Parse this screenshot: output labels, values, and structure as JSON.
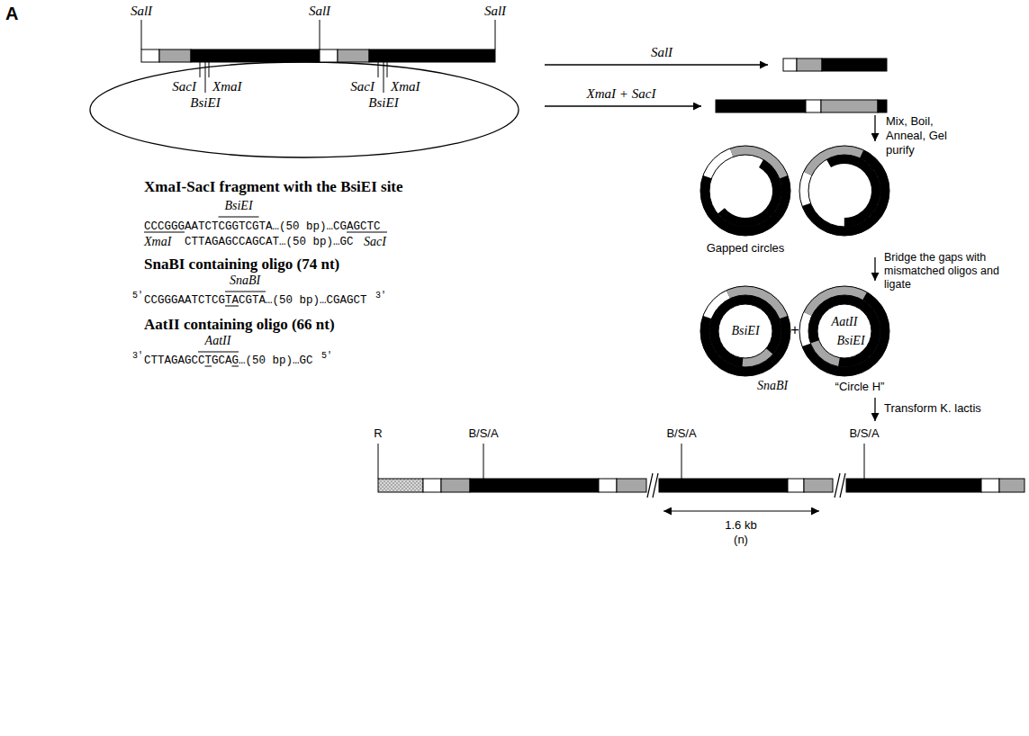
{
  "diagram": {
    "nodes": [
      {
        "text": [
          "SalI",
          "SalI",
          "SalI",
          "SacI",
          "XmaI",
          "BsiEI",
          "SacI",
          "XmaI",
          "BsiEI"
        ]
      },
      {
        "text": [
          "Gapped circles"
        ]
      },
      {
        "text": [
          "BsiEI",
          "SnaBI",
          "+",
          "AatII",
          "BsiEI",
          "“Circle H”"
        ]
      },
      {
        "text": [
          "R",
          "B/S/A",
          "B/S/A",
          "B/S/A",
          "1.6 kb",
          "(n)"
        ]
      }
    ],
    "edges": [
      {
        "from": 1,
        "to": 2,
        "arrow": "to",
        "label": "Bridge the gaps with mismatched oligos and ligate"
      },
      {
        "from": 2,
        "to": 3,
        "arrow": "to",
        "label": "Transform K. lactis"
      }
    ],
    "labels": [
      "A",
      "SalI",
      "XmaI + SacI",
      "Mix, Boil, Anneal, Gel purify",
      "XmaI-SacI fragment with the BsiEI site",
      "BsiEI",
      "CCCGGGAATCTCGGTCGTA…(50 bp)…CGAGCTC",
      "XmaI",
      "CTTAGAGCCAGCAT…(50 bp)…GC",
      "SacI",
      "SnaBI containing oligo (74 nt)",
      "SnaBI",
      "5'",
      "CCGGGAATCTCGTACGTA…(50 bp)…CGAGCT",
      "3'",
      "AatII containing oligo (66 nt)",
      "AatII",
      "3'",
      "CTTAGAGCCTGCAG…(50 bp)…GC",
      "5'"
    ]
  }
}
